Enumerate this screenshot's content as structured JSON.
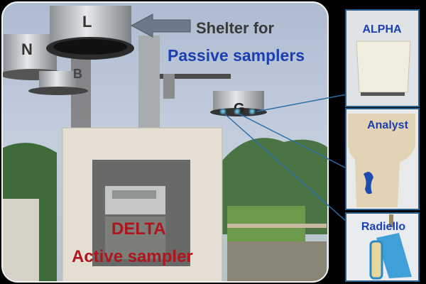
{
  "main_photo": {
    "shelter_labels": [
      "N",
      "L",
      "B",
      "G"
    ],
    "shelter_caption_line1": "Shelter for",
    "shelter_caption_line2": "Passive samplers",
    "active_caption_line1": "DELTA",
    "active_caption_line2": "Active sampler"
  },
  "insets": [
    {
      "label": "ALPHA"
    },
    {
      "label": "Analyst"
    },
    {
      "label": "Radiello"
    }
  ],
  "colors": {
    "background": "#000000",
    "passive_text": "#1c3fb0",
    "active_text": "#b0141c",
    "shelter_text": "#3a3a3a",
    "callout_line": "#2a6ea8"
  }
}
